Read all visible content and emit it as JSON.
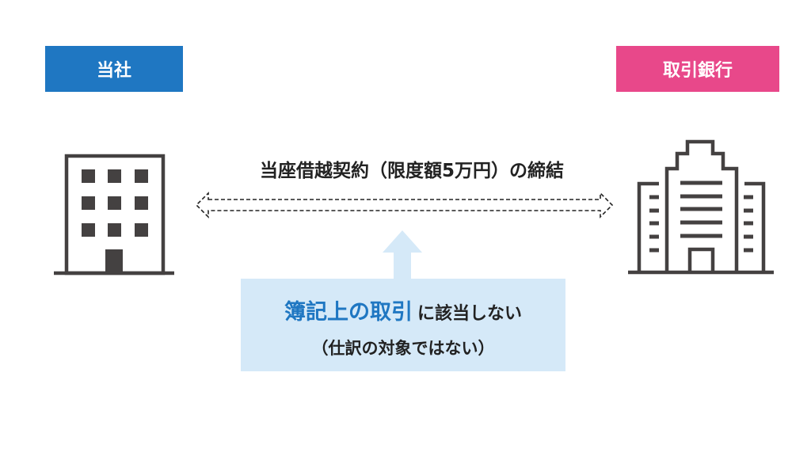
{
  "labels": {
    "company": "当社",
    "bank": "取引銀行"
  },
  "agreement": "当座借越契約（限度額5万円）の締結",
  "note": {
    "highlight": "簿記上の取引",
    "rest": "に該当しない",
    "sub": "（仕訳の対象ではない）"
  },
  "colors": {
    "company": "#1f77c2",
    "bank": "#e8488a",
    "note_bg": "#d5e9f8",
    "icon": "#444141"
  }
}
